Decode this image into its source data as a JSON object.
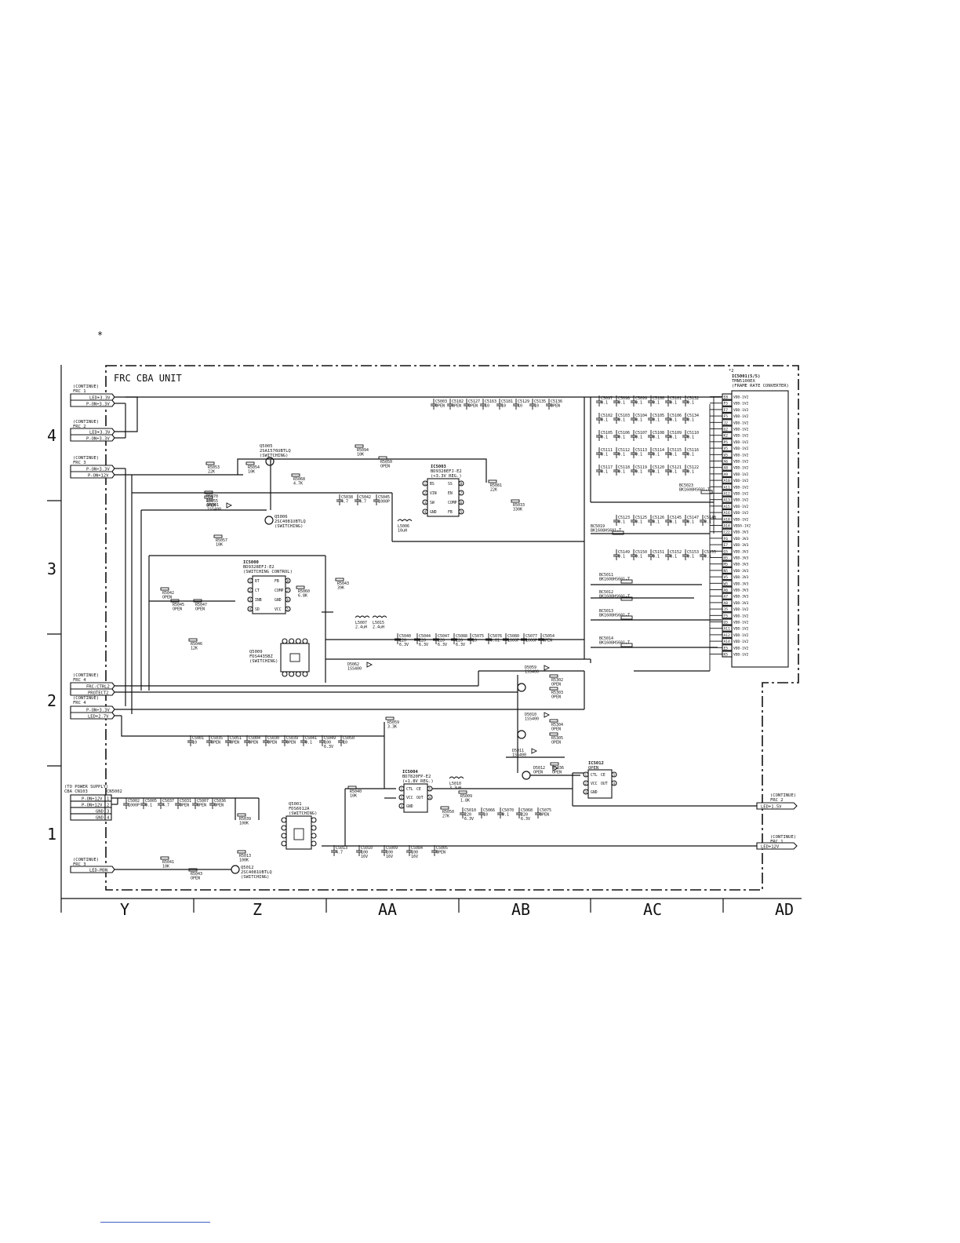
{
  "page": {
    "marker": "*"
  },
  "schematic": {
    "unit_title": "FRC CBA UNIT",
    "main_ic": {
      "ref": "IC5001(5/5)",
      "part": "TMN5100EX",
      "desc": "(FRAME RATE CONVERTER)",
      "mark": "*2"
    },
    "row_labels": [
      "4",
      "3",
      "2",
      "1"
    ],
    "column_labels": [
      "Y",
      "Z",
      "AA",
      "AB",
      "AC",
      "AD"
    ],
    "left_connectors": [
      {
        "header": [
          "(CONTINUE)",
          "FRC 1"
        ],
        "pins": [
          "LED+3.3V",
          "P-ON+3.3V"
        ]
      },
      {
        "header": [
          "(CONTINUE)",
          "FRC 2"
        ],
        "pins": [
          "LED+3.3V",
          "P-ON+3.3V"
        ]
      },
      {
        "header": [
          "(CONTINUE)",
          "FRC 3"
        ],
        "pins": [
          "P-ON+3.3V",
          "P-ON+12V"
        ]
      },
      {
        "header": [
          "(CONTINUE)",
          "FRC 4"
        ],
        "pins": [
          "FRC-CTRL2",
          "PROTECT2"
        ]
      },
      {
        "header": [
          "(CONTINUE)",
          "FRC 4"
        ],
        "pins": [
          "P-ON+3.3V",
          "LED+2.7V"
        ]
      },
      {
        "header": [
          "(CONTINUE)",
          "FRC 3"
        ],
        "pins": [
          "LED-MON"
        ]
      }
    ],
    "power_connector": {
      "header": [
        "(TO POWER SUPPLY)",
        "CBA CN103"
      ],
      "ref": "CN5002",
      "pins": [
        {
          "name": "P-ON+12V",
          "num": "1"
        },
        {
          "name": "P-ON+12V",
          "num": "2"
        },
        {
          "name": "GND",
          "num": "3"
        },
        {
          "name": "GND",
          "num": "4"
        }
      ]
    },
    "right_connectors": [
      {
        "header": [
          "(CONTINUE)",
          "FRC 2"
        ],
        "pin": "LED+1.5V"
      },
      {
        "header": [
          "(CONTINUE)",
          "FRC 1"
        ],
        "pin": "LED+12V"
      }
    ],
    "ics": [
      {
        "ref": "IC5003",
        "part": "BD9328EFJ-E2",
        "desc": "(+3.3V REG.)",
        "pins_left": [
          "BS",
          "VIN",
          "SW",
          "GND"
        ],
        "pins_right": [
          "SS",
          "EN",
          "COMP",
          "FB"
        ],
        "nums_left": [
          "1",
          "2",
          "3",
          "4"
        ],
        "nums_right": [
          "8",
          "7",
          "6",
          "5"
        ]
      },
      {
        "ref": "IC5000",
        "part": "BD9328EFJ-E2",
        "desc": "(SWITCHING CONTROL)",
        "pins_left": [
          "RT",
          "CT",
          "INB",
          "SD"
        ],
        "pins_right": [
          "FB",
          "COMP",
          "GND",
          "VCC"
        ],
        "nums_left": [
          "1",
          "2",
          "3",
          "4"
        ],
        "nums_right": [
          "8",
          "7",
          "6",
          "5"
        ]
      },
      {
        "ref": "IC5004",
        "part": "BD7820FP-E2",
        "desc": "(+1.8V REG.)",
        "pins_left": [
          "CTL",
          "VCC",
          "GND"
        ],
        "pins_right": [
          "CE",
          "OUT"
        ],
        "nums_left": [
          "1",
          "2",
          "3"
        ],
        "nums_right": [
          "5",
          "4"
        ]
      },
      {
        "ref": "IC5012",
        "part": "OPEN",
        "desc": "",
        "pins_left": [
          "CTL",
          "VCC",
          "GND"
        ],
        "pins_right": [
          "CE",
          "OUT"
        ],
        "nums_left": [
          "1",
          "2",
          "3"
        ],
        "nums_right": [
          "5",
          "4"
        ]
      }
    ],
    "transistors": [
      {
        "ref": "Q5005",
        "part": "2SA1576UBTLQ",
        "desc": "(SWITCHING)"
      },
      {
        "ref": "Q5006",
        "part": "2SC4081UBTLQ",
        "desc": "(SWITCHING)"
      },
      {
        "ref": "Q5012",
        "part": "2SC4081UBTLQ",
        "desc": "(SWITCHING)"
      },
      {
        "ref": "Q5009",
        "part": "FDS4435BZ",
        "desc": "(SWITCHING)"
      },
      {
        "ref": "Q5001",
        "part": "FDS6612A",
        "desc": "(SWITCHING)"
      }
    ],
    "right_pins": [
      [
        "E8",
        "VDD-1V2"
      ],
      [
        "F5",
        "VDD-1V2"
      ],
      [
        "F7",
        "VDD-1V2"
      ],
      [
        "F5",
        "VDD-1V2"
      ],
      [
        "J2",
        "VDD-1V2"
      ],
      [
        "G2",
        "VDD-1V2"
      ],
      [
        "K2",
        "VDD-1V2"
      ],
      [
        "P5",
        "VDD-1V2"
      ],
      [
        "V5",
        "VDD-1V2"
      ],
      [
        "V5",
        "VDD-1V2"
      ],
      [
        "A6",
        "VDD-1V2"
      ],
      [
        "A8",
        "VDD-1V2"
      ],
      [
        "A9",
        "VDD-1V2"
      ],
      [
        "A10",
        "VDD-1V2"
      ],
      [
        "A11",
        "VDD-1V2"
      ],
      [
        "A12",
        "VDD-1V2"
      ],
      [
        "A13",
        "VDD-1V2"
      ],
      [
        "A15",
        "VDD-1V2"
      ],
      [
        "A16",
        "VDD-1V2"
      ],
      [
        "A18",
        "VDD-1V2"
      ],
      [
        "A14",
        "VDDA-1V2"
      ],
      [
        "C22",
        "VDD-3V3"
      ],
      [
        "F6",
        "VDD-3V3"
      ],
      [
        "E7",
        "VDD-3V3"
      ],
      [
        "G5",
        "VDD-3V3"
      ],
      [
        "H5",
        "VDD-3V3"
      ],
      [
        "M5",
        "VDD-3V3"
      ],
      [
        "N5",
        "VDD-3V3"
      ],
      [
        "V5",
        "VDD-3V3"
      ],
      [
        "W5",
        "VDD-3V3"
      ],
      [
        "A6",
        "VDD-3V3"
      ],
      [
        "A7",
        "VDD-3V3"
      ],
      [
        "A8",
        "VDD-3V3"
      ],
      [
        "J5",
        "VDD-1V2"
      ],
      [
        "T5",
        "VDD-1V2"
      ],
      [
        "U5",
        "VDD-1V2"
      ],
      [
        "A11",
        "VDD-1V2"
      ],
      [
        "A12",
        "VDD-1V2"
      ],
      [
        "A14",
        "VDD-1V2"
      ],
      [
        "E5",
        "VDD-1V2"
      ],
      [
        "K5",
        "VDD-1V2"
      ]
    ],
    "caps_top": [
      "C5003\nOPEN",
      "C5182\nOPEN",
      "C5127\nOPEN",
      "C5163\n10",
      "C5181\n10",
      "C5129\n10",
      "C5135\n10",
      "C5136\nOPEN"
    ],
    "cap_grid": [
      "C5097\n0.1",
      "C5098\n0.1",
      "C5099\n0.1",
      "C5100\n0.1",
      "C5101\n0.1",
      "C5132\n0.1",
      "C5102\n0.1",
      "C5103\n0.1",
      "C5104\n0.1",
      "C5105\n0.1",
      "C5106\n0.1",
      "C5134\n0.1",
      "C5105\n0.1",
      "C5106\n0.1",
      "C5107\n0.1",
      "C5108\n0.1",
      "C5109\n0.1",
      "C5110\n0.1",
      "C5111\n0.1",
      "C5112\n0.1",
      "C5113\n0.1",
      "C5114\n0.1",
      "C5115\n0.1",
      "C5116\n0.1",
      "C5117\n0.1",
      "C5118\n0.1",
      "C5119\n0.1",
      "C5120\n0.1",
      "C5121\n0.1",
      "C5122\n0.1"
    ],
    "cap_grid2": [
      "C5123\n0.1",
      "C5125\n0.1",
      "C5126\n0.1",
      "C5145\n0.1",
      "C5147\n0.1",
      "C5148\n0.1",
      "C5149\n0.1",
      "C5150\n0.1",
      "C5151\n0.1",
      "C5152\n0.1",
      "C5153\n0.1",
      "C5155\n0.1"
    ],
    "beads": [
      "BC5023\nBK1608HS601-T",
      "BC5019\nBK1608HS601-T",
      "BC5011\nBK1608HS601-T",
      "BC5012\nBK1608HS601-T",
      "BC5013\nBK1608HS601-T",
      "BC5014\nBK1608HS601-T"
    ],
    "mid_caps": [
      "C5038\n4.7",
      "C5042\n4.7",
      "C5045\n1000P",
      "C5040\n220\n6.3V",
      "C5044\n220\n6.3V",
      "C5047\n220\n6.3V",
      "C5088\n220\n6.3V",
      "C5075\n10",
      "C5076\n0.01",
      "C5080\n1000P",
      "C5077\n1000P",
      "C5054\nOPEN"
    ],
    "bottom_caps": [
      "C5001\n10",
      "C5035\nOPEN",
      "C5051\nOPEN",
      "C5004\nOPEN",
      "C5030\nOPEN",
      "C5039\nOPEN",
      "C5041\n0.1",
      "C5049\n100\n6.3V",
      "C5050\n10"
    ],
    "row1_caps": [
      "C5002\n1000P",
      "C5005\n0.1",
      "C5037\n4.7",
      "C5031\nOPEN",
      "C5007\nOPEN",
      "C5036\nOPEN"
    ],
    "lower_caps": [
      "C5013\n4.7",
      "C5010\n100\n16V",
      "C5009\n100\n16V",
      "C5084\n100\n16V",
      "C5005\nOPEN"
    ],
    "ldo_caps": [
      "C5010\n220\n6.3V",
      "C5066\n10",
      "C5070\n0.1",
      "C5068\n220\n6.3V",
      "C5075\nOPEN"
    ],
    "resistors": [
      {
        "ref": "R5053",
        "val": "22K"
      },
      {
        "ref": "R5054",
        "val": "10K"
      },
      {
        "ref": "R5068",
        "val": "4.7K"
      },
      {
        "ref": "R5094",
        "val": "10K"
      },
      {
        "ref": "R5050",
        "val": "OPEN"
      },
      {
        "ref": "R5081",
        "val": "22K"
      },
      {
        "ref": "R5070",
        "val": "100"
      },
      {
        "ref": "R5055",
        "val": "OPEN"
      },
      {
        "ref": "R5057",
        "val": "10K"
      },
      {
        "ref": "R5042",
        "val": "OPEN"
      },
      {
        "ref": "R5045",
        "val": "OPEN"
      },
      {
        "ref": "R5047",
        "val": "OPEN"
      },
      {
        "ref": "R5046",
        "val": "12K"
      },
      {
        "ref": "R5059",
        "val": "3.3K"
      },
      {
        "ref": "R5041",
        "val": "10K"
      },
      {
        "ref": "R5043",
        "val": "OPEN"
      },
      {
        "ref": "R5039",
        "val": "100K"
      },
      {
        "ref": "R5013",
        "val": "100K"
      },
      {
        "ref": "R5040",
        "val": "10K"
      },
      {
        "ref": "R5050",
        "val": "27K"
      },
      {
        "ref": "R5009",
        "val": "1.8K"
      },
      {
        "ref": "R5036",
        "val": "OPEN"
      },
      {
        "ref": "R5043",
        "val": "39K"
      },
      {
        "ref": "R5060",
        "val": "6.8K"
      },
      {
        "ref": "R5033",
        "val": "330K"
      },
      {
        "ref": "R5302",
        "val": "OPEN"
      },
      {
        "ref": "R5303",
        "val": "OPEN"
      },
      {
        "ref": "R5304",
        "val": "OPEN"
      },
      {
        "ref": "R5305",
        "val": "OPEN"
      }
    ],
    "inductors": [
      {
        "ref": "L5006",
        "val": "10uH"
      },
      {
        "ref": "L5007",
        "val": "2.4uH"
      },
      {
        "ref": "L5015",
        "val": "2.4uH"
      },
      {
        "ref": "L5010",
        "val": "3.3uH"
      }
    ],
    "diodes": [
      {
        "ref": "D5059",
        "val": "1SS400"
      },
      {
        "ref": "D5010",
        "val": "1SS400"
      },
      {
        "ref": "D5011",
        "val": "1SS400"
      },
      {
        "ref": "D5001",
        "val": "1SS400"
      },
      {
        "ref": "D5012",
        "val": "OPEN"
      },
      {
        "ref": "D5062",
        "val": "1SS400"
      }
    ]
  }
}
